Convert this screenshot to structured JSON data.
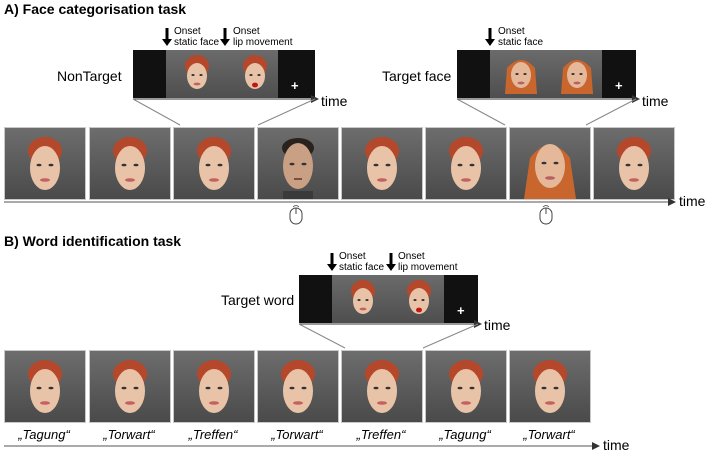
{
  "section_a": {
    "title": "A) Face categorisation task",
    "nontarget_label": "NonTarget",
    "target_label": "Target face",
    "onset_static": "Onset\nstatic face",
    "onset_lip": "Onset\nlip movement",
    "time": "time",
    "plus": "+"
  },
  "section_b": {
    "title": "B) Word identification task",
    "target_label": "Target word",
    "onset_static": "Onset\nstatic face",
    "onset_lip": "Onset\nlip movement",
    "time": "time",
    "plus": "+",
    "words": [
      "„Tagung“",
      "„Torwart“",
      "„Treffen“",
      "„Torwart“",
      "„Treffen“",
      "„Tagung“",
      "„Torwart“"
    ]
  },
  "colors": {
    "hair_red": "#b5482a",
    "skin": "#e9c3a8",
    "hair_dark": "#2a221c",
    "target_hair": "#c8662e",
    "lips_red": "#c01818"
  }
}
